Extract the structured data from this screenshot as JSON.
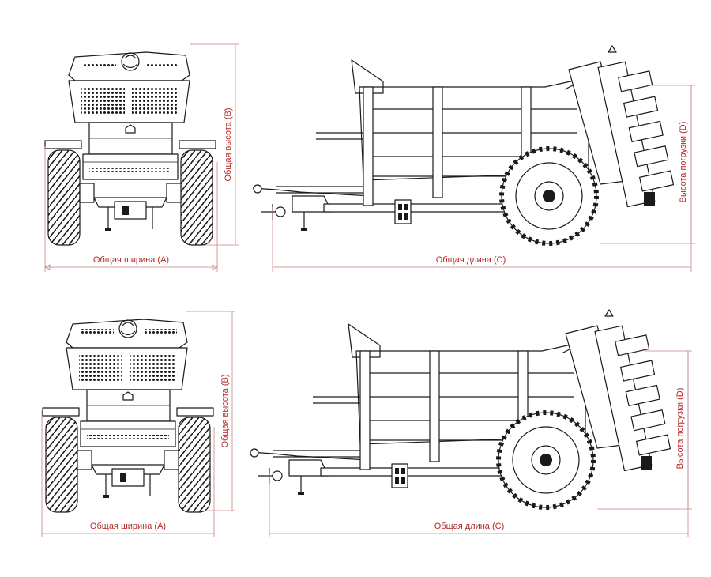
{
  "colors": {
    "dimension": "#b52a28",
    "ink": "#1a1a1a",
    "background": "#ffffff"
  },
  "views": [
    {
      "labels": {
        "width": "Общая ширина (A)",
        "height": "Общая высота (B)",
        "length": "Общая длина (C)",
        "loading_height": "Высота погрузки (D)"
      }
    },
    {
      "labels": {
        "width": "Общая ширина (A)",
        "height": "Общая высота (B)",
        "length": "Общая длина (C)",
        "loading_height": "Высота погрузки (D)"
      }
    }
  ]
}
